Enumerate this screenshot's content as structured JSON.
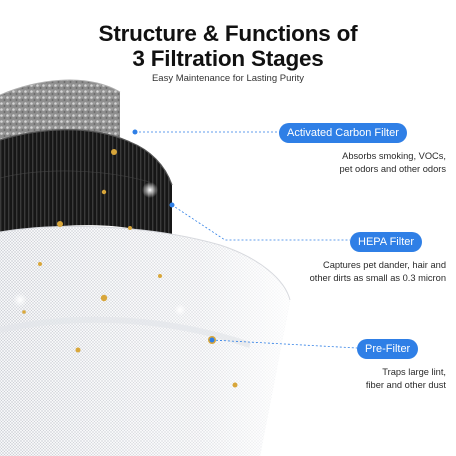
{
  "header": {
    "title_line1": "Structure & Functions of",
    "title_line2": "3 Filtration Stages",
    "subtitle": "Easy Maintenance for Lasting Purity"
  },
  "stages": [
    {
      "label": "Activated Carbon Filter",
      "description": [
        "Absorbs smoking, VOCs,",
        "pet odors and other odors"
      ]
    },
    {
      "label": "HEPA Filter",
      "description": [
        "Captures pet dander, hair and",
        "other dirts as small as 0.3 micron"
      ]
    },
    {
      "label": "Pre-Filter",
      "description": [
        "Traps large lint,",
        "fiber and other dust"
      ]
    }
  ],
  "colors": {
    "accent": "#2f7fe6",
    "carbon": "#9a9a9a",
    "hepa": "#1c1c1c",
    "mesh": "#c9ccd3",
    "particle": "#d8a63a"
  },
  "icons": [
    "activated-carbon-layer",
    "hepa-pleat-layer",
    "pre-filter-mesh",
    "dust-particle"
  ]
}
